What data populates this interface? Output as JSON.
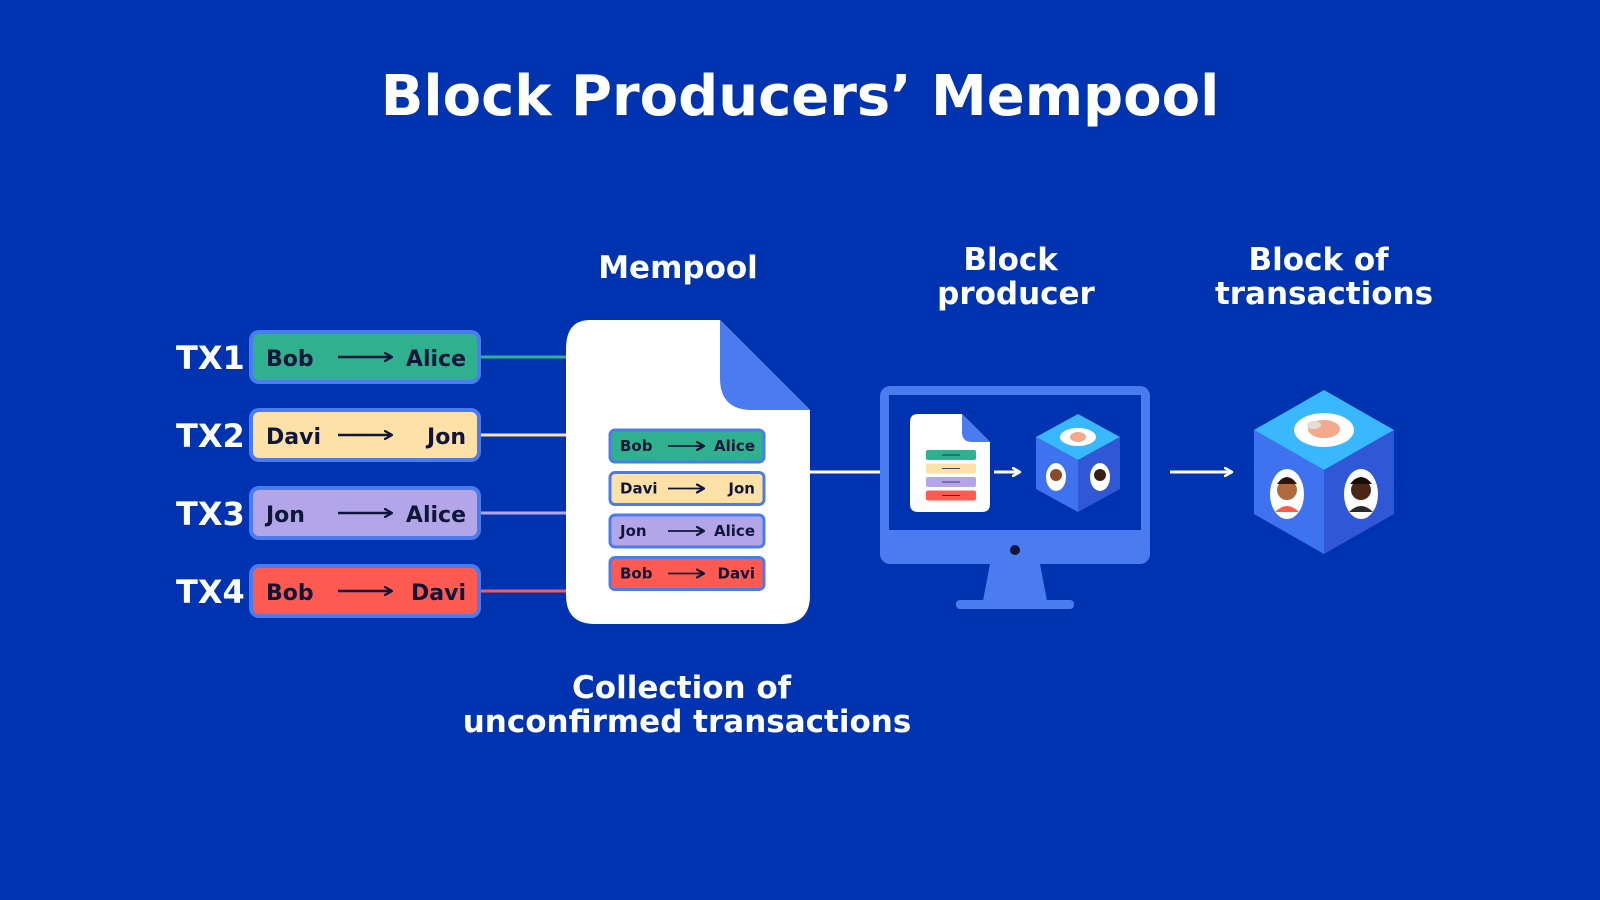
{
  "title": "Block Producers’ Mempool",
  "labels": {
    "mempool": "Mempool",
    "block_producer": [
      "Block",
      "producer"
    ],
    "block_of_transactions": [
      "Block of",
      "transactions"
    ],
    "caption": [
      "Collection of",
      "unconfirmed transactions"
    ]
  },
  "transactions": [
    {
      "id": "TX1",
      "from": "Bob",
      "to": "Alice",
      "color": "#2fb08f"
    },
    {
      "id": "TX2",
      "from": "Davi",
      "to": "Jon",
      "color": "#fde1a6"
    },
    {
      "id": "TX3",
      "from": "Jon",
      "to": "Alice",
      "color": "#b3a6e8"
    },
    {
      "id": "TX4",
      "from": "Bob",
      "to": "Davi",
      "color": "#ff5a52"
    }
  ],
  "colors": {
    "background": "#0033b0",
    "accent_blue": "#4a7cf0",
    "text_dark": "#10163a",
    "white": "#ffffff"
  },
  "icons": [
    "document-icon",
    "monitor-icon",
    "cube-icon",
    "arrow-right-icon",
    "avatar-icon"
  ]
}
